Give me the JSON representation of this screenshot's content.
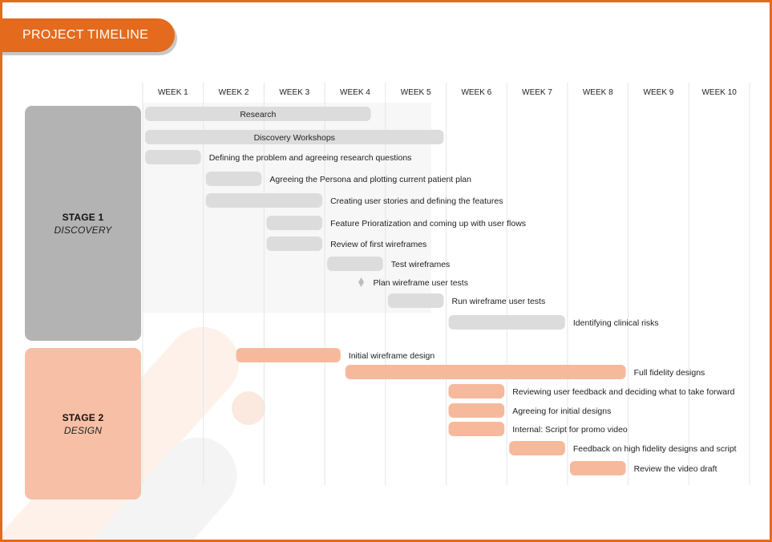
{
  "header": {
    "title": "PROJECT TIMELINE"
  },
  "colors": {
    "accent": "#e46a1e",
    "discovery_bar": "#dcdcdc",
    "design_bar": "#f6b99c",
    "discovery_box": "#b3b3b4",
    "design_box": "#f6bfa6"
  },
  "stages": [
    {
      "title": "STAGE 1",
      "subtitle": "DISCOVERY"
    },
    {
      "title": "STAGE 2",
      "subtitle": "DESIGN"
    }
  ],
  "chart_data": {
    "type": "gantt",
    "x_unit": "week",
    "xlim": [
      0,
      10
    ],
    "categories": [
      "WEEK 1",
      "WEEK 2",
      "WEEK 3",
      "WEEK 4",
      "WEEK 5",
      "WEEK 6",
      "WEEK 7",
      "WEEK 8",
      "WEEK 9",
      "WEEK 10"
    ],
    "grid": true,
    "tasks": [
      {
        "stage": 0,
        "label": "Research",
        "start": 0,
        "end": 3.8,
        "label_inside": true
      },
      {
        "stage": 0,
        "label": "Discovery Workshops",
        "start": 0,
        "end": 5.0,
        "label_inside": true
      },
      {
        "stage": 0,
        "label": "Defining the problem and agreeing research questions",
        "start": 0,
        "end": 1.0
      },
      {
        "stage": 0,
        "label": "Agreeing the Persona and plotting current patient plan",
        "start": 1.0,
        "end": 2.0
      },
      {
        "stage": 0,
        "label": "Creating user stories and defining the features",
        "start": 1.0,
        "end": 3.0
      },
      {
        "stage": 0,
        "label": "Feature Prioratization and coming up with user flows",
        "start": 2.0,
        "end": 3.0
      },
      {
        "stage": 0,
        "label": "Review of first wireframes",
        "start": 2.0,
        "end": 3.0
      },
      {
        "stage": 0,
        "label": "Test wireframes",
        "start": 3.0,
        "end": 4.0
      },
      {
        "stage": 0,
        "label": "Plan wireframe user tests",
        "start": 3.6,
        "end": 3.6,
        "milestone": true
      },
      {
        "stage": 0,
        "label": "Run wireframe user tests",
        "start": 4.0,
        "end": 5.0
      },
      {
        "stage": 0,
        "label": "Identifying clinical risks",
        "start": 5.0,
        "end": 7.0
      },
      {
        "stage": 1,
        "label": "Initial wireframe design",
        "start": 1.5,
        "end": 3.3
      },
      {
        "stage": 1,
        "label": "Full fidelity designs",
        "start": 3.3,
        "end": 8.0
      },
      {
        "stage": 1,
        "label": "Reviewing user feedback and deciding what to take forward",
        "start": 5.0,
        "end": 6.0
      },
      {
        "stage": 1,
        "label": "Agreeing for initial designs",
        "start": 5.0,
        "end": 6.0
      },
      {
        "stage": 1,
        "label": "Internal: Script for promo video",
        "start": 5.0,
        "end": 6.0
      },
      {
        "stage": 1,
        "label": "Feedback on high fidelity designs and script",
        "start": 6.0,
        "end": 7.0
      },
      {
        "stage": 1,
        "label": "Review the video draft",
        "start": 7.0,
        "end": 8.0
      }
    ]
  }
}
